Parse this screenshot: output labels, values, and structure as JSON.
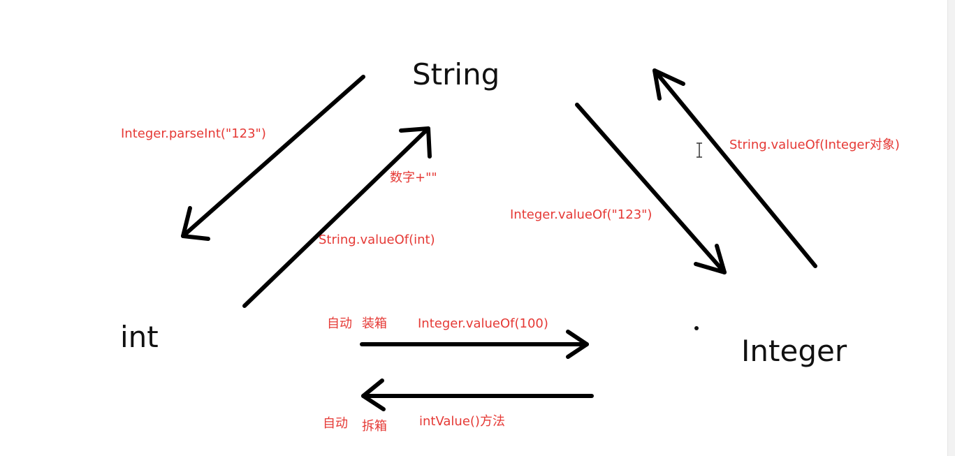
{
  "colors": {
    "node_text": "#111111",
    "label_text": "#e53935",
    "arrow": "#000000",
    "background": "#ffffff"
  },
  "nodes": {
    "string": "String",
    "int": "int",
    "integer": "Integer"
  },
  "labels": {
    "parse_int": "Integer.parseInt(\"123\")",
    "number_plus_empty": "数字+\"\"",
    "string_value_of_int": "String.valueOf(int)",
    "integer_value_of_string": "Integer.valueOf(\"123\")",
    "string_value_of_integer": "String.valueOf(Integer对象)",
    "auto_boxing_auto": "自动",
    "auto_boxing_word": "装箱",
    "integer_value_of_100": "Integer.valueOf(100)",
    "auto_unboxing_auto": "自动",
    "auto_unboxing_word": "拆箱",
    "int_value_method": "intValue()方法"
  }
}
